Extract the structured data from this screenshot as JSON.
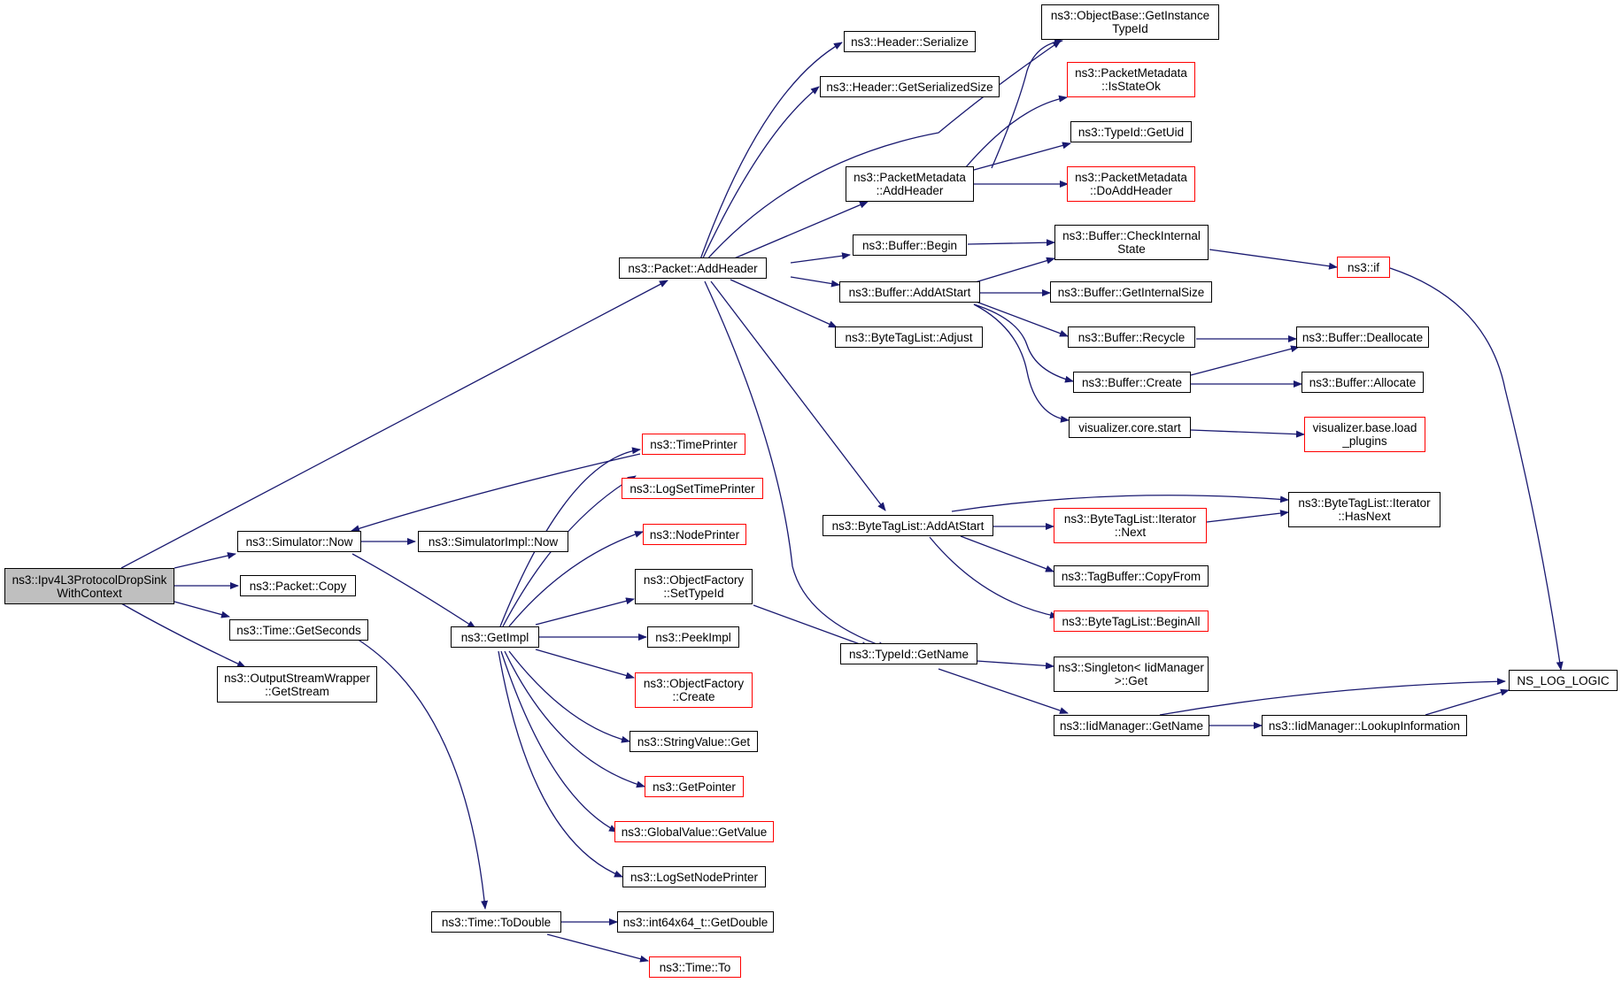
{
  "diagram": {
    "edge_color": "#191970",
    "node_border": "#000000",
    "node_border_external": "#ff0000",
    "root_fill": "#bfbfbf",
    "nodes": {
      "root": "ns3::Ipv4L3ProtocolDropSink\nWithContext",
      "sim_now": "ns3::Simulator::Now",
      "pkt_copy": "ns3::Packet::Copy",
      "time_getseconds": "ns3::Time::GetSeconds",
      "osw_getstream": "ns3::OutputStreamWrapper\n::GetStream",
      "simimpl_now": "ns3::SimulatorImpl::Now",
      "getimpl": "ns3::GetImpl",
      "time_todouble": "ns3::Time::ToDouble",
      "pkt_addheader": "ns3::Packet::AddHeader",
      "timeprinter": "ns3::TimePrinter",
      "logsettimeprinter": "ns3::LogSetTimePrinter",
      "nodeprinter": "ns3::NodePrinter",
      "objfactory_settypeid": "ns3::ObjectFactory\n::SetTypeId",
      "peekimpl": "ns3::PeekImpl",
      "objfactory_create": "ns3::ObjectFactory\n::Create",
      "stringvalue_get": "ns3::StringValue::Get",
      "getpointer": "ns3::GetPointer",
      "globalvalue_getvalue": "ns3::GlobalValue::GetValue",
      "logsetnodeprinter": "ns3::LogSetNodePrinter",
      "int64_getdouble": "ns3::int64x64_t::GetDouble",
      "time_to": "ns3::Time::To",
      "header_serialize": "ns3::Header::Serialize",
      "header_getserializedsize": "ns3::Header::GetSerializedSize",
      "pm_addheader": "ns3::PacketMetadata\n::AddHeader",
      "buffer_begin": "ns3::Buffer::Begin",
      "buffer_addatstart": "ns3::Buffer::AddAtStart",
      "btl_adjust": "ns3::ByteTagList::Adjust",
      "btl_addatstart": "ns3::ByteTagList::AddAtStart",
      "typeid_getname": "ns3::TypeId::GetName",
      "objbase_getinstancetypeid": "ns3::ObjectBase::GetInstance\nTypeId",
      "pm_isstateok": "ns3::PacketMetadata\n::IsStateOk",
      "typeid_getuid": "ns3::TypeId::GetUid",
      "pm_doaddheader": "ns3::PacketMetadata\n::DoAddHeader",
      "buffer_checkinternalstate": "ns3::Buffer::CheckInternal\nState",
      "buffer_getinternalsize": "ns3::Buffer::GetInternalSize",
      "buffer_recycle": "ns3::Buffer::Recycle",
      "buffer_create": "ns3::Buffer::Create",
      "vis_core_start": "visualizer.core.start",
      "btl_iter_next": "ns3::ByteTagList::Iterator\n::Next",
      "tagbuffer_copyfrom": "ns3::TagBuffer::CopyFrom",
      "btl_beginall": "ns3::ByteTagList::BeginAll",
      "singleton_get": "ns3::Singleton< IidManager\n>::Get",
      "iidmanager_getname": "ns3::IidManager::GetName",
      "ns3_if": "ns3::if",
      "buffer_deallocate": "ns3::Buffer::Deallocate",
      "buffer_allocate": "ns3::Buffer::Allocate",
      "vis_base_loadplugins": "visualizer.base.load\n_plugins",
      "btl_iter_hasnext": "ns3::ByteTagList::Iterator\n::HasNext",
      "iidmanager_lookupinfo": "ns3::IidManager::LookupInformation",
      "ns_log_logic": "NS_LOG_LOGIC"
    }
  }
}
